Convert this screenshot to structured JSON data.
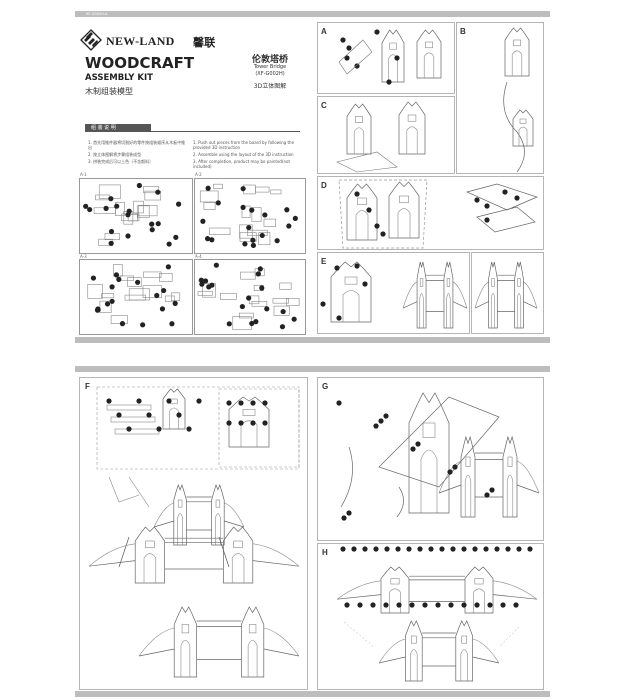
{
  "page1": {
    "code_tag": "XF-G002H-A",
    "brand": "NEW-LAND",
    "brand_cn": "馨联",
    "title": "WOODCRAFT",
    "subtitle": "ASSEMBLY KIT",
    "title_cn": "木制组装模型",
    "product_cn": "伦敦塔桥",
    "product_en": "Tower Bridge",
    "product_code": "(XF-G002H)",
    "puzzle_type_cn": "3D立体图解",
    "section_header_cn": "组 装 说 明",
    "instructions_cn": [
      "1. 首先用推件器将切割好的零件按组装顺序从木板中推出",
      "2. 按立体图解将步骤组装成型",
      "3. 拼装完成后可以上色（不含颜料）"
    ],
    "instructions_en": [
      "1. Push out pieces from the board by following the provided 3D instruction",
      "2. Assemble using the layout of the 3D instruction",
      "3. After completion, product may be painted(not included)"
    ],
    "board_labels": [
      "A-1",
      "A-2",
      "A-3",
      "A-4"
    ],
    "panel_labels": [
      "A",
      "B",
      "C",
      "D",
      "E"
    ]
  },
  "page2": {
    "panel_labels": [
      "F",
      "G",
      "H"
    ]
  },
  "colors": {
    "bar": "#bdbdbd",
    "panel_border": "#b5b5b5",
    "callout": "#222222",
    "section_bar": "#555555"
  }
}
